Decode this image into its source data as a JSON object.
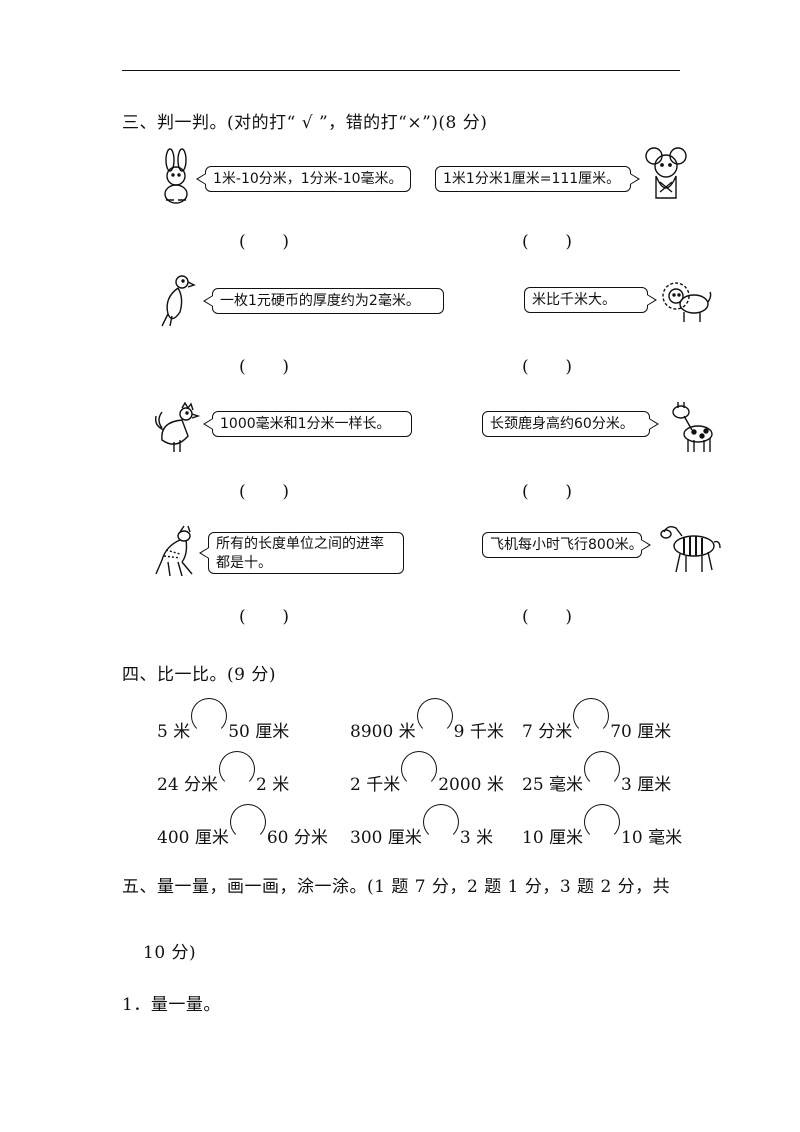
{
  "section3": {
    "heading": "三、判一判。(对的打“ √ ”，错的打“×”)(8 分)",
    "items": [
      {
        "text": "1米-10分米，1分米-10毫米。",
        "animal": "rabbit-icon"
      },
      {
        "text": "1米1分米1厘米=111厘米。",
        "animal": "mouse-icon"
      },
      {
        "text": "一枚1元硬币的厚度约为2毫米。",
        "animal": "parrot-icon"
      },
      {
        "text": "米比千米大。",
        "animal": "lion-icon"
      },
      {
        "text": "1000毫米和1分米一样长。",
        "animal": "rooster-icon"
      },
      {
        "text": "长颈鹿身高约60分米。",
        "animal": "giraffe-icon"
      },
      {
        "text": "所有的长度单位之间的进率都是十。",
        "animal": "deer-icon"
      },
      {
        "text": "飞机每小时飞行800米。",
        "animal": "zebra-icon"
      }
    ],
    "paren_open": "(",
    "paren_close": ")"
  },
  "section4": {
    "heading": "四、比一比。(9 分)",
    "rows": [
      [
        {
          "left": "5 米",
          "right": "50 厘米"
        },
        {
          "left": "8900 米",
          "right": "9 千米"
        },
        {
          "left": "7 分米",
          "right": "70 厘米"
        }
      ],
      [
        {
          "left": "24 分米",
          "right": "2 米"
        },
        {
          "left": "2 千米",
          "right": "2000 米"
        },
        {
          "left": "25 毫米",
          "right": "3 厘米"
        }
      ],
      [
        {
          "left": "400 厘米",
          "right": "60 分米"
        },
        {
          "left": "300 厘米",
          "right": "3 米"
        },
        {
          "left": "10 厘米",
          "right": "10 毫米"
        }
      ]
    ]
  },
  "section5": {
    "heading_line1": "五、量一量，画一画，涂一涂。(1 题 7 分，2 题 1 分，3 题 2 分，共",
    "heading_line2": "10 分)",
    "sub1": "1．量一量。"
  }
}
